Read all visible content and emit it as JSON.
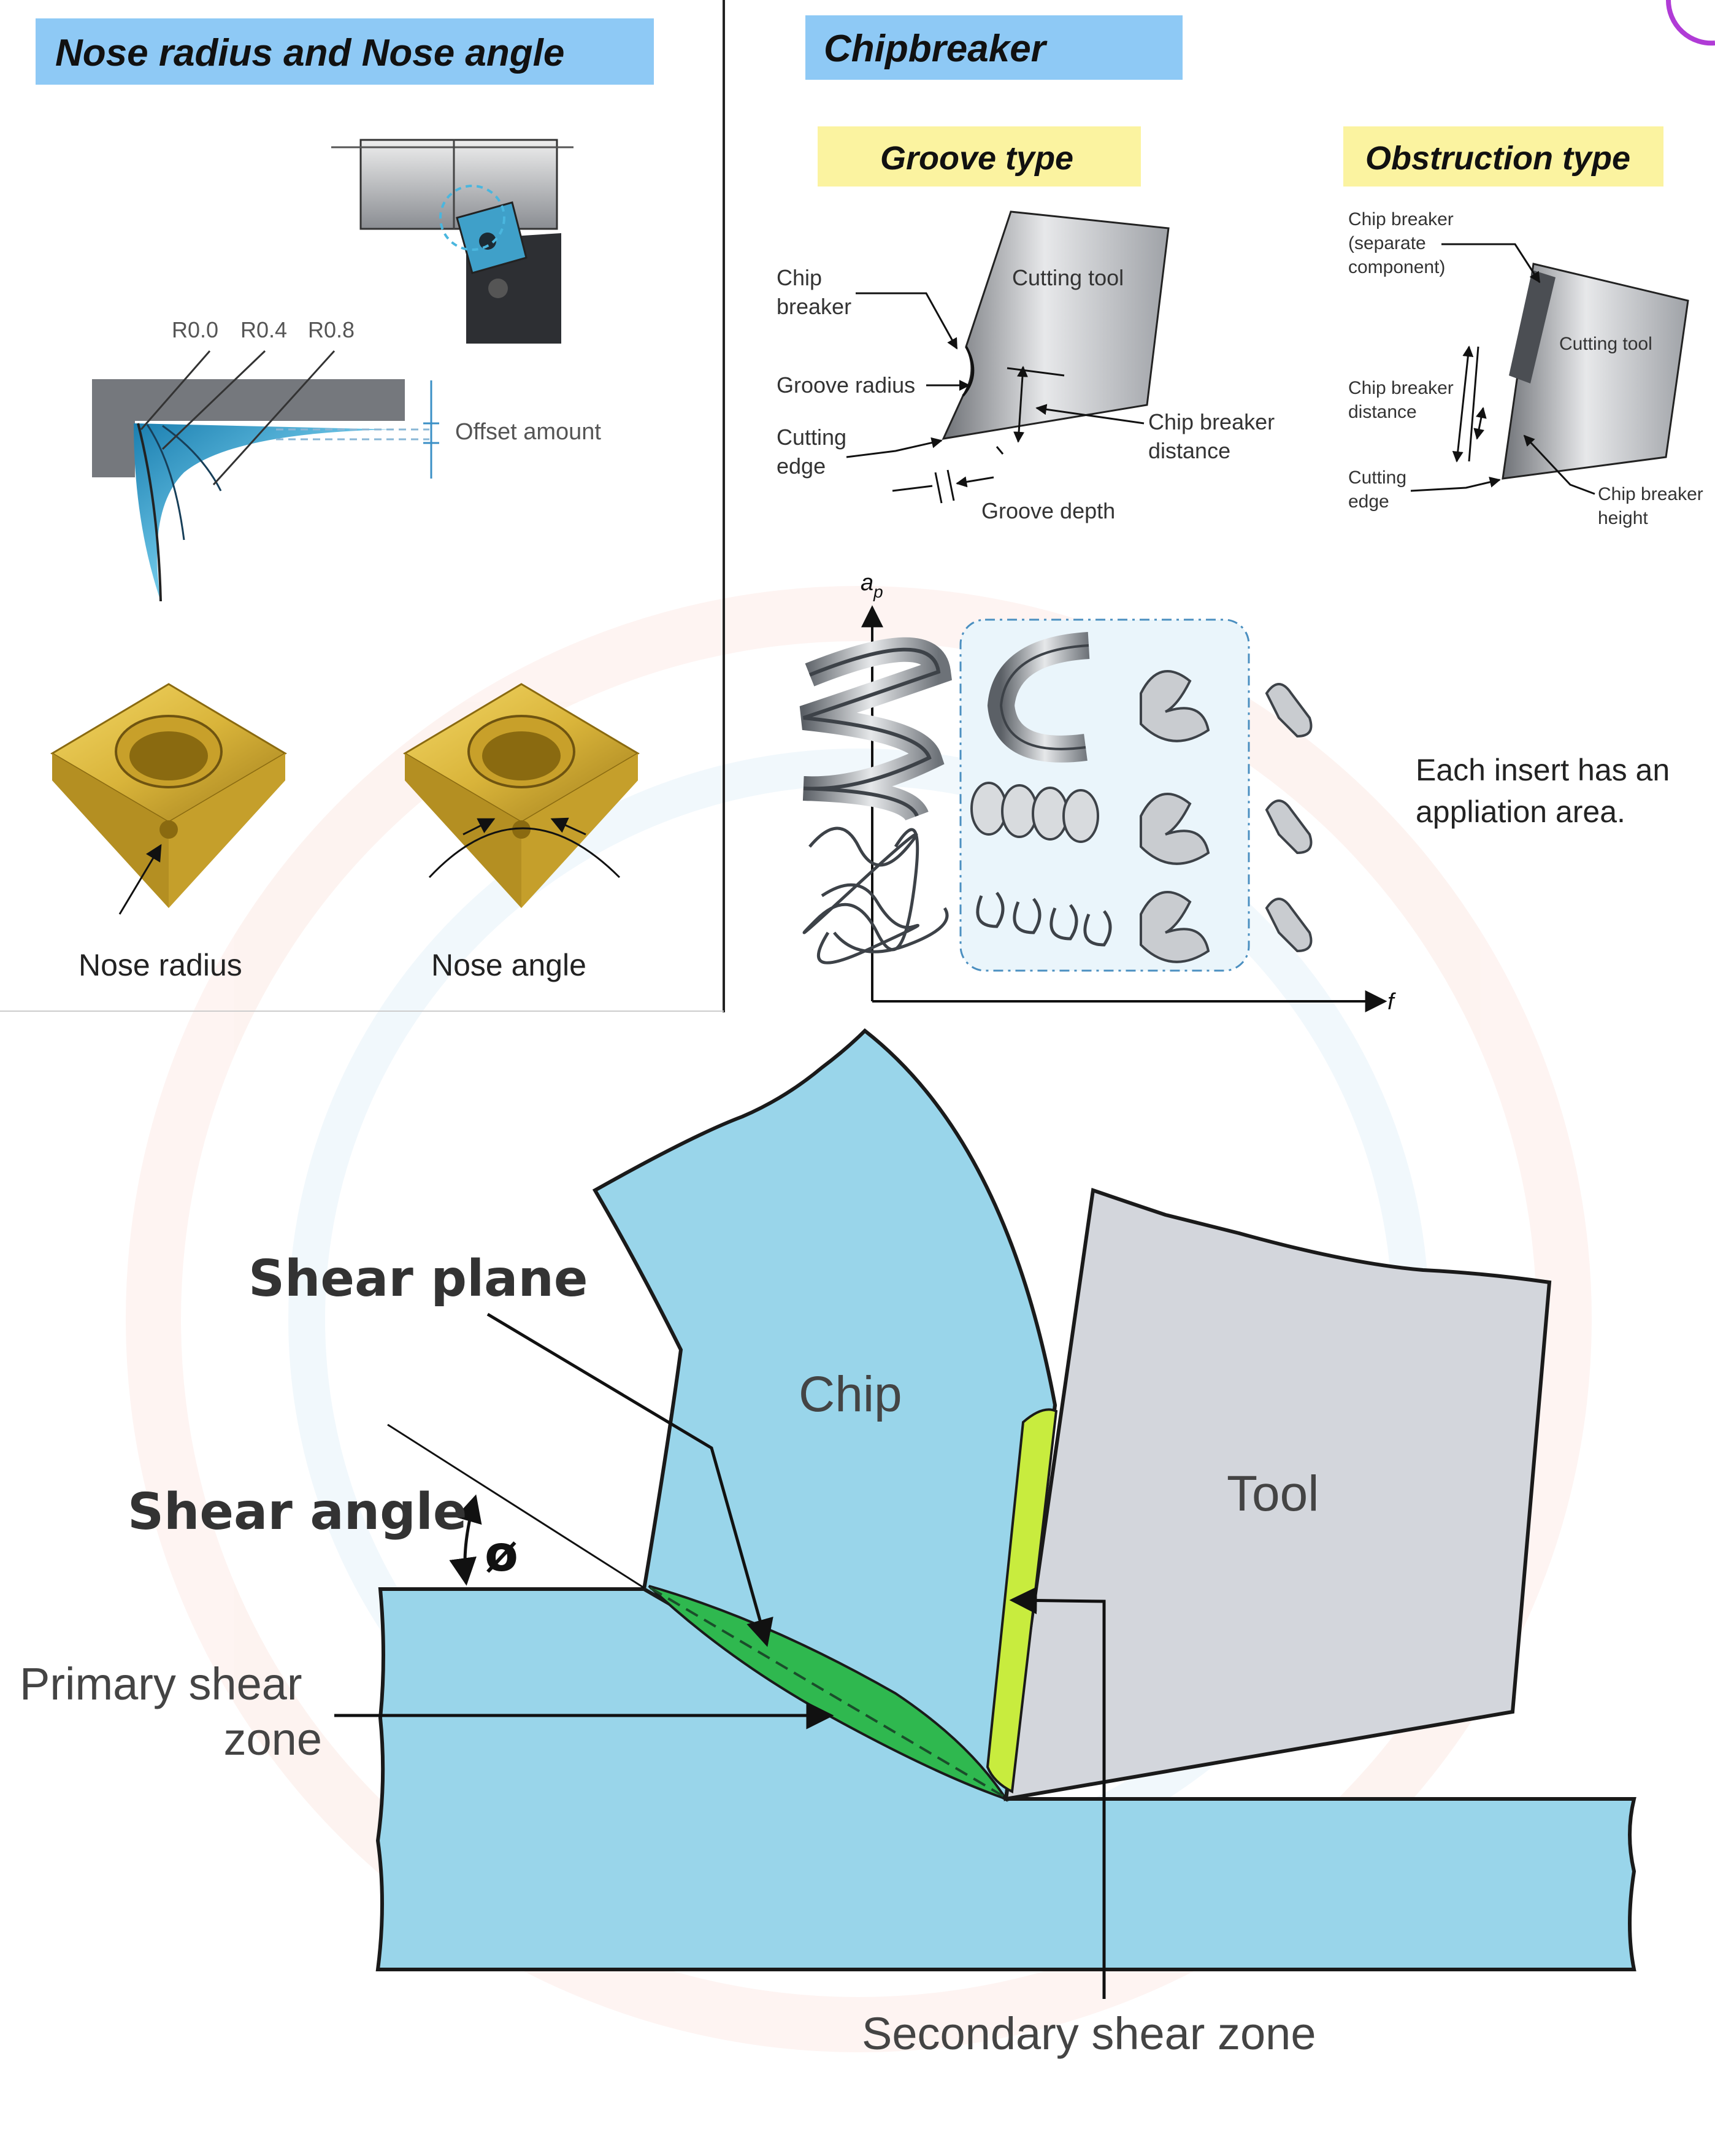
{
  "colors": {
    "header_blue": "#8ec9f5",
    "header_yellow": "#fbf3a0",
    "chip_blue": "#99d5ea",
    "tool_gray": "#d3d6dc",
    "primary_zone_green": "#2fb84f",
    "secondary_zone_lime": "#c8ec3e",
    "insert_gold": "#d9b43a",
    "accent_purple": "#b03bd6"
  },
  "nose_panel": {
    "title": "Nose radius and Nose angle",
    "radius_labels": [
      "R0.0",
      "R0.4",
      "R0.8"
    ],
    "offset_label": "Offset amount",
    "nose_radius_label": "Nose radius",
    "nose_angle_label": "Nose angle"
  },
  "chipbreaker_panel": {
    "title": "Chipbreaker",
    "groove": {
      "title": "Groove type",
      "tool_label": "Cutting tool",
      "chip_breaker_line1": "Chip",
      "chip_breaker_line2": "breaker",
      "groove_radius": "Groove radius",
      "cutting_edge_line1": "Cutting",
      "cutting_edge_line2": "edge",
      "cb_distance_line1": "Chip breaker",
      "cb_distance_line2": "distance",
      "groove_depth": "Groove depth"
    },
    "obstruction": {
      "title": "Obstruction type",
      "component_line1": "Chip breaker",
      "component_line2": "(separate",
      "component_line3": "component)",
      "tool_label": "Cutting tool",
      "distance_line1": "Chip breaker",
      "distance_line2": "distance",
      "edge_line1": "Cutting",
      "edge_line2": "edge",
      "height_line1": "Chip breaker",
      "height_line2": "height"
    },
    "chart": {
      "y_axis_label": "a",
      "y_axis_sub": "p",
      "x_axis_label": "f"
    },
    "note_line1": "Each insert has an",
    "note_line2": "appliation area."
  },
  "cutting_diagram": {
    "shear_plane": "Shear plane",
    "shear_angle": "Shear angle",
    "phi": "ø",
    "chip": "Chip",
    "tool": "Tool",
    "primary_line1": "Primary shear",
    "primary_line2": "zone",
    "secondary": "Secondary shear zone"
  }
}
